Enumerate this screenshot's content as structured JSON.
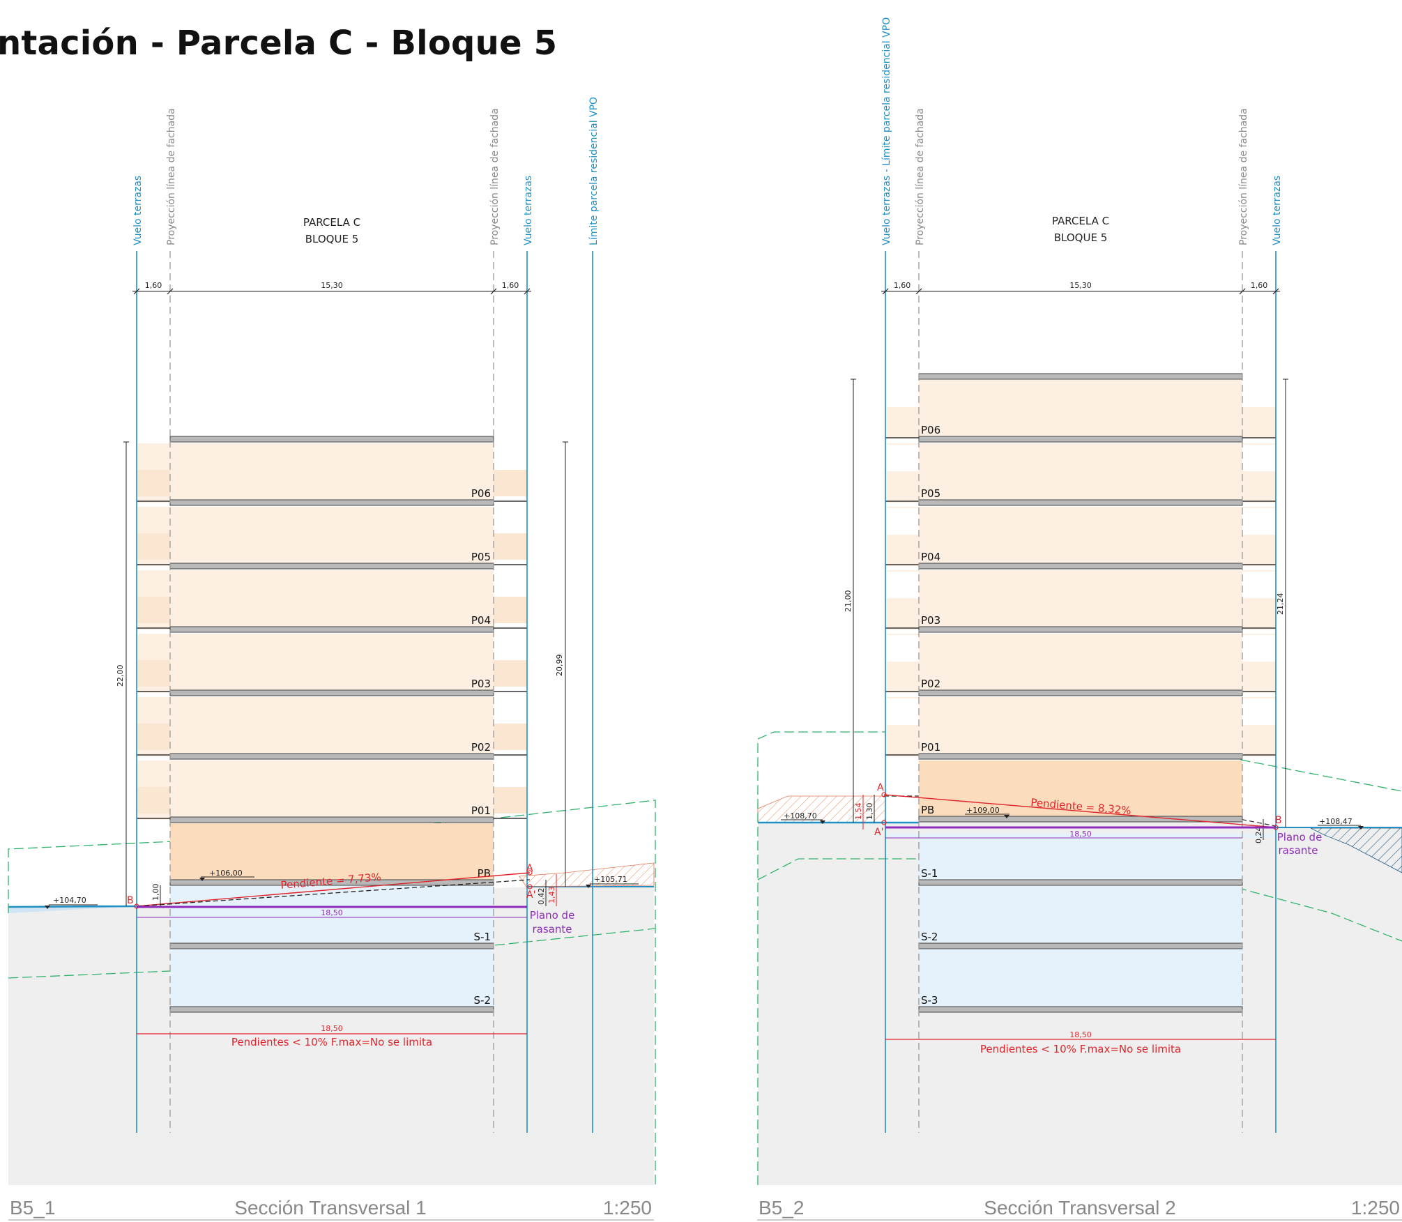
{
  "title": "ntación - Parcela C - Bloque 5",
  "colors": {
    "cyan": "#1f8fc4",
    "red": "#e0242a",
    "purple": "#8e2bb8",
    "green": "#2fb36a",
    "upper_floor": "#fdf0e3",
    "ground_floor": "#fbdcbd",
    "basement": "#e6f2fb",
    "terrain": "#efefef",
    "slab": "#b9b9b9"
  },
  "sections": [
    {
      "parcel_label": "PARCELA C",
      "block_label": "BLOQUE 5",
      "guides": {
        "vuelo_left": "Vuelo terrazas",
        "proy_left": "Proyección línea de fachada",
        "proy_right": "Proyección línea de fachada",
        "vuelo_right": "Vuelo terrazas",
        "limite": "Límite parcela residencial VPO"
      },
      "dims": {
        "left": "1,60",
        "center": "15,30",
        "right": "1,60"
      },
      "floors": [
        "P06",
        "P05",
        "P04",
        "P03",
        "P02",
        "P01",
        "PB"
      ],
      "basements": [
        "S-1",
        "S-2"
      ],
      "heights": {
        "left": "22,00",
        "right": "20,99"
      },
      "levels": {
        "left": "+104,70",
        "building": "+106,00",
        "right": "+105,71"
      },
      "small_dims": [
        "1,00",
        "0,42",
        "1,43"
      ],
      "points": {
        "a": "A",
        "a_prime": "A'",
        "b": "B"
      },
      "slope": "Pendiente = 7,73%",
      "plane_width": "18,50",
      "plano_label_1": "Plano de",
      "plano_label_2": "rasante",
      "bottom_dim": "18,50",
      "bottom_note": "Pendientes < 10% F.max=No se limita",
      "footer": {
        "code": "B5_1",
        "name": "Sección Transversal 1",
        "scale": "1:250"
      }
    },
    {
      "parcel_label": "PARCELA C",
      "block_label": "BLOQUE 5",
      "guides": {
        "vuelo_left": "Vuelo terrazas - Límite parcela residencial VPO",
        "proy_left": "Proyección línea de fachada",
        "proy_right": "Proyección línea de fachada",
        "vuelo_right": "Vuelo terrazas"
      },
      "dims": {
        "left": "1,60",
        "center": "15,30",
        "right": "1,60"
      },
      "floors": [
        "P06",
        "P05",
        "P04",
        "P03",
        "P02",
        "P01",
        "PB"
      ],
      "basements": [
        "S-1",
        "S-2",
        "S-3"
      ],
      "heights": {
        "left": "21,00",
        "right": "21,24"
      },
      "levels": {
        "left": "+108,70",
        "building": "+109,00",
        "right": "+108,47"
      },
      "small_dims": [
        "1,54",
        "1,30",
        "0,24"
      ],
      "points": {
        "a": "A",
        "a_prime": "A'",
        "b": "B"
      },
      "slope": "Pendiente = 8,32%",
      "plane_width": "18,50",
      "plano_label_1": "Plano de",
      "plano_label_2": "rasante",
      "bottom_dim": "18,50",
      "bottom_note": "Pendientes < 10% F.max=No se limita",
      "footer": {
        "code": "B5_2",
        "name": "Sección Transversal 2",
        "scale": "1:250"
      }
    }
  ]
}
